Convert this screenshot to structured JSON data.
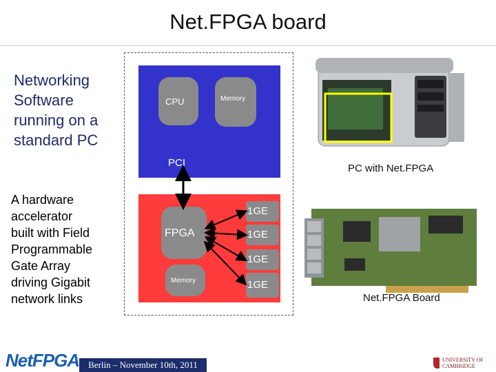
{
  "title": "Net.FPGA board",
  "left": {
    "software_lines": [
      "Networking",
      "Software",
      "running on a",
      "standard PC"
    ],
    "hardware_lines": [
      "A hardware",
      "accelerator",
      "built with Field",
      "Programmable",
      "Gate Array",
      "driving Gigabit",
      "network links"
    ]
  },
  "diagram": {
    "cpu": "CPU",
    "memory_top": "Memory",
    "pci": "PCI",
    "fpga": "FPGA",
    "memory_bottom": "Memory",
    "ge_labels": [
      "1GE",
      "1GE",
      "1GE",
      "1GE"
    ]
  },
  "photos": {
    "pc_caption": "PC with Net.FPGA",
    "board_caption": "Net.FPGA Board"
  },
  "footer": {
    "event": "Berlin – November 10th, 2011",
    "logo_text": "NetFPGA",
    "university": "UNIVERSITY OF CAMBRIDGE"
  },
  "colors": {
    "blue_block": "#3333cc",
    "red_block": "#ff3b3b",
    "grey_box": "#8a8a8a",
    "highlight_yellow": "#ffff00"
  }
}
